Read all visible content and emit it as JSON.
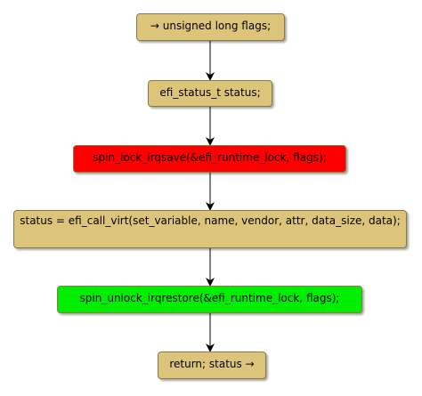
{
  "colors": {
    "default_fill": "#dcc57a",
    "lock_fill": "#ff0000",
    "unlock_fill": "#00ee00",
    "edge": "#000000"
  },
  "nodes": [
    {
      "id": "n1",
      "text": "→ unsigned long flags;",
      "fill": "default"
    },
    {
      "id": "n2",
      "text": "efi_status_t status;",
      "fill": "default"
    },
    {
      "id": "n3",
      "text": "spin_lock_irqsave(&efi_runtime_lock, flags);",
      "fill": "lock"
    },
    {
      "id": "n4",
      "text": "status = efi_call_virt(set_variable, name, vendor, attr, data_size, data);",
      "fill": "default"
    },
    {
      "id": "n5",
      "text": "spin_unlock_irqrestore(&efi_runtime_lock, flags);",
      "fill": "unlock"
    },
    {
      "id": "n6",
      "text": "return; status →",
      "fill": "default"
    }
  ],
  "edges": [
    {
      "from": "n1",
      "to": "n2"
    },
    {
      "from": "n2",
      "to": "n3"
    },
    {
      "from": "n3",
      "to": "n4"
    },
    {
      "from": "n4",
      "to": "n5"
    },
    {
      "from": "n5",
      "to": "n6"
    }
  ]
}
